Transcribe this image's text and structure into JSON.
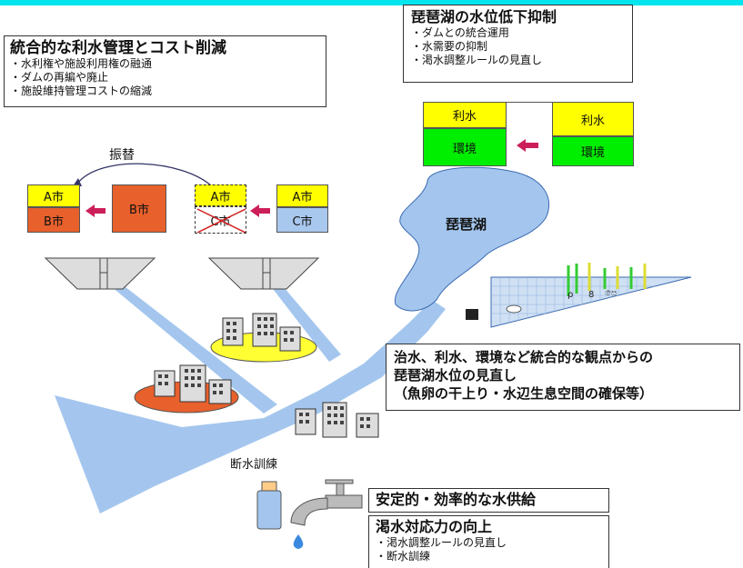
{
  "top_left_box": {
    "title": "統合的な利水管理とコスト削減",
    "items": [
      "・水利権や施設利用権の融通",
      "・ダムの再編や廃止",
      "・施設維持管理コストの縮減"
    ]
  },
  "top_right_box": {
    "title": "琵琶湖の水位低下抑制",
    "items": [
      "・ダムとの統合運用",
      "・水需要の抑制",
      "・渇水調整ルールの見直し"
    ]
  },
  "transfer_label": "振替",
  "city_blocks": {
    "left_upper": "A市",
    "left_lower": "B市",
    "middle": "B市",
    "dashed_upper": "A市",
    "dashed_lower": "C市",
    "right_upper": "A市",
    "right_lower": "C市"
  },
  "water_env": {
    "left_upper": "利水",
    "left_lower": "環境",
    "right_upper": "利水",
    "right_lower": "環境"
  },
  "lake_label": "琵琶湖",
  "middle_right_box": {
    "lines": [
      "治水、利水、環境など統合的な観点からの",
      "琵琶湖水位の見直し",
      "（魚卵の干上り・水辺生息空間の確保等）"
    ]
  },
  "drill_label": "断水訓練",
  "supply_box": {
    "title": "安定的・効率的な水供給"
  },
  "drought_box": {
    "title": "渇水対応力の向上",
    "items": [
      "・渇水調整ルールの見直し",
      "・断水訓練"
    ]
  },
  "colors": {
    "yellow": "#ffff00",
    "green": "#00ee00",
    "orange": "#e8602c",
    "light_blue": "#a9c8ee",
    "arrow_red": "#cc1f5a",
    "water": "#a4c6ee",
    "bar_topline": "#00e5ee"
  }
}
